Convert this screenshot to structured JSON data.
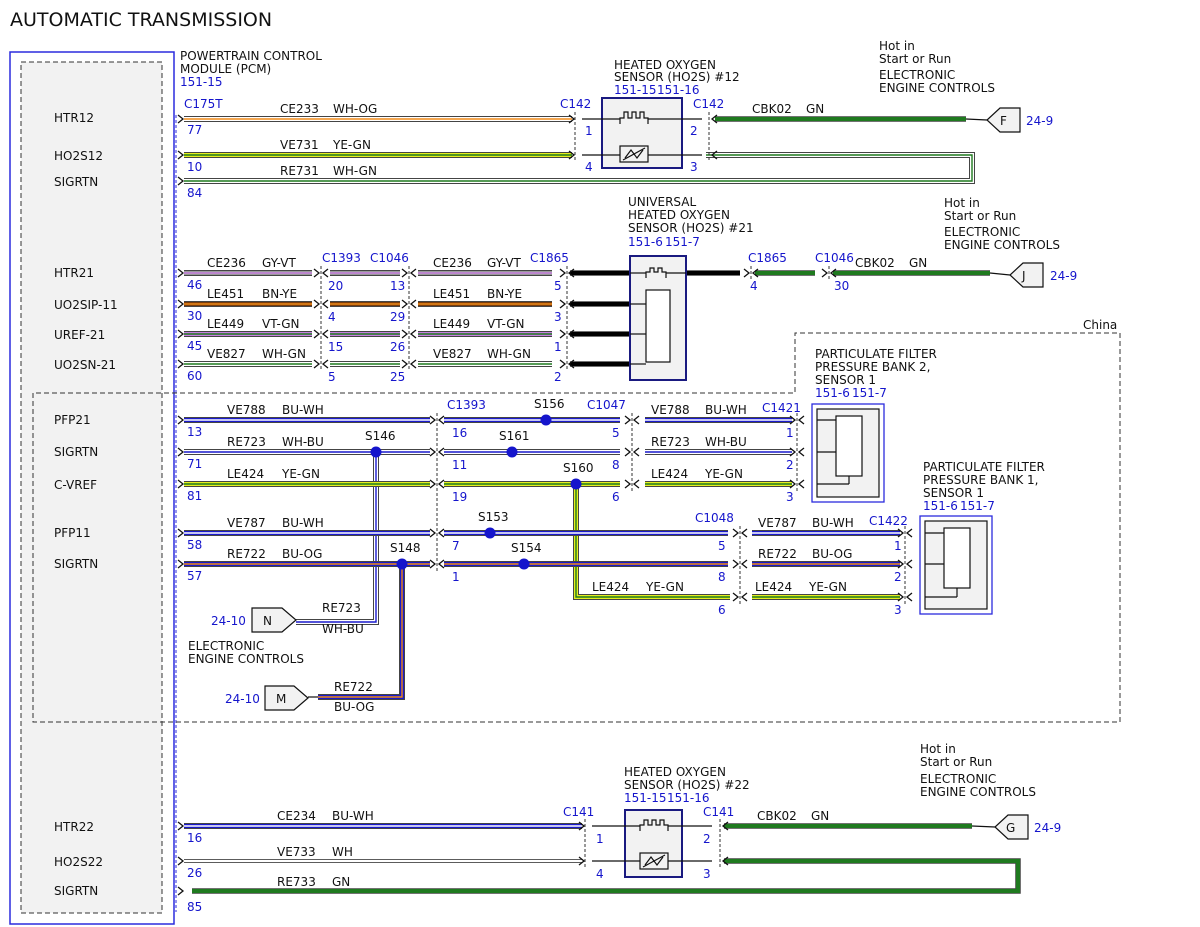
{
  "title": "AUTOMATIC TRANSMISSION",
  "colors": {
    "WH": "#ffffff",
    "OG": "#f08a18",
    "YE": "#e6ee1e",
    "GN": "#1f7a1f",
    "GY": "#9a9a9a",
    "VT": "#c77fe0",
    "BN": "#7a3b0a",
    "BU": "#1a1acc",
    "BK": "#000000",
    "label_blue": "#1515cc"
  },
  "pcm": {
    "name_line1": "POWERTRAIN CONTROL",
    "name_line2": "MODULE (PCM)",
    "ref": "151-15",
    "connector": "C175T",
    "pins": [
      "HTR12",
      "HO2S12",
      "SIGRTN",
      "HTR21",
      "UO2SIP-11",
      "UREF-21",
      "UO2SN-21",
      "PFP21",
      "SIGRTN",
      "C-VREF",
      "PFP11",
      "SIGRTN",
      "HTR22",
      "HO2S22",
      "SIGRTN"
    ]
  },
  "region_label": "China",
  "sensors": {
    "ho2s12": {
      "line1": "HEATED OXYGEN",
      "line2": "SENSOR (HO2S) #12",
      "ref1": "151-15",
      "ref2": "151-16"
    },
    "uho2s21": {
      "line1": "UNIVERSAL",
      "line2": "HEATED OXYGEN",
      "line3": "SENSOR (HO2S) #21",
      "ref1": "151-6",
      "ref2": "151-7"
    },
    "pfp2": {
      "line1": "PARTICULATE FILTER",
      "line2": "PRESSURE BANK 2,",
      "line3": "SENSOR 1",
      "ref1": "151-6",
      "ref2": "151-7"
    },
    "pfp1": {
      "line1": "PARTICULATE FILTER",
      "line2": "PRESSURE BANK 1,",
      "line3": "SENSOR 1",
      "ref1": "151-6",
      "ref2": "151-7"
    },
    "ho2s22": {
      "line1": "HEATED OXYGEN",
      "line2": "SENSOR (HO2S) #22",
      "ref1": "151-15",
      "ref2": "151-16"
    }
  },
  "hot_notes": {
    "line1": "Hot in",
    "line2": "Start or Run",
    "line3": "ELECTRONIC",
    "line4": "ENGINE CONTROLS"
  },
  "offpage": {
    "f": {
      "letter": "F",
      "ref": "24-9"
    },
    "j": {
      "letter": "J",
      "ref": "24-9"
    },
    "g": {
      "letter": "G",
      "ref": "24-9"
    },
    "n": {
      "letter": "N",
      "ref": "24-10"
    },
    "m": {
      "letter": "M",
      "ref": "24-10"
    },
    "ec_line1": "ELECTRONIC",
    "ec_line2": "ENGINE CONTROLS"
  },
  "connectors": {
    "c142": "C142",
    "c1393": "C1393",
    "c1046": "C1046",
    "c1865": "C1865",
    "c1047": "C1047",
    "c1421": "C1421",
    "c1048": "C1048",
    "c1422": "C1422",
    "c141": "C141"
  },
  "splices": {
    "s146": "S146",
    "s156": "S156",
    "s161": "S161",
    "s160": "S160",
    "s153": "S153",
    "s154": "S154",
    "s148": "S148"
  },
  "circuits": {
    "ce233": {
      "id": "CE233",
      "color": "WH-OG"
    },
    "ve731": {
      "id": "VE731",
      "color": "YE-GN"
    },
    "re731": {
      "id": "RE731",
      "color": "WH-GN"
    },
    "cbk02": {
      "id": "CBK02",
      "color": "GN"
    },
    "ce236": {
      "id": "CE236",
      "color": "GY-VT"
    },
    "le451": {
      "id": "LE451",
      "color": "BN-YE"
    },
    "le449": {
      "id": "LE449",
      "color": "VT-GN"
    },
    "ve827": {
      "id": "VE827",
      "color": "WH-GN"
    },
    "ve788": {
      "id": "VE788",
      "color": "BU-WH"
    },
    "re723": {
      "id": "RE723",
      "color": "WH-BU"
    },
    "le424": {
      "id": "LE424",
      "color": "YE-GN"
    },
    "ve787": {
      "id": "VE787",
      "color": "BU-WH"
    },
    "re722": {
      "id": "RE722",
      "color": "BU-OG"
    },
    "ce234": {
      "id": "CE234",
      "color": "BU-WH"
    },
    "ve733": {
      "id": "VE733",
      "color": "WH"
    },
    "re733": {
      "id": "RE733",
      "color": "GN"
    }
  },
  "pins": {
    "77": "77",
    "10": "10",
    "84": "84",
    "46": "46",
    "30": "30",
    "45": "45",
    "60": "60",
    "13": "13",
    "71": "71",
    "81": "81",
    "58": "58",
    "57": "57",
    "16": "16",
    "26": "26",
    "85": "85",
    "1": "1",
    "2": "2",
    "3": "3",
    "4": "4",
    "5": "5",
    "6": "6",
    "7": "7",
    "8": "8",
    "11": "11",
    "15": "15",
    "19": "19",
    "20": "20",
    "25": "25",
    "29": "29"
  }
}
